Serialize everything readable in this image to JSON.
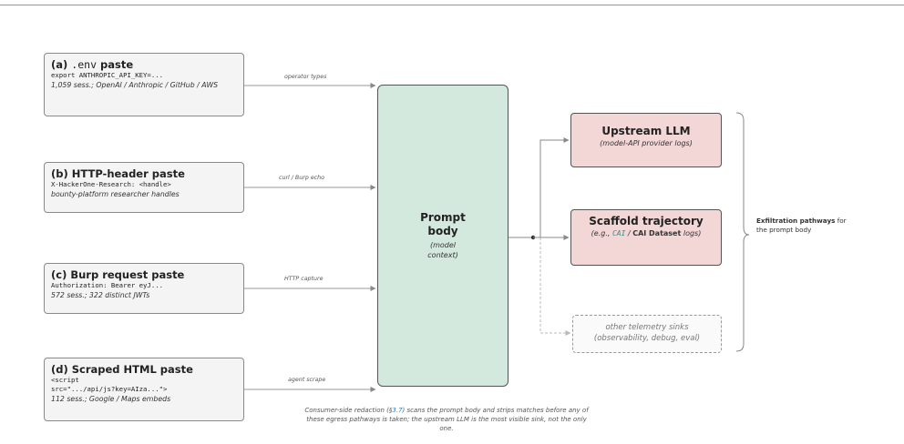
{
  "sources": [
    {
      "id": "a",
      "title_prefix": "(a)",
      "title_code": ".env",
      "title_suffix": "paste",
      "code": [
        "export ANTHROPIC_API_KEY=..."
      ],
      "note": "1,059 sess.; OpenAI / Anthropic / GitHub / AWS",
      "arrow_label": "operator types"
    },
    {
      "id": "b",
      "title": "(b) HTTP-header paste",
      "code": [
        "X-HackerOne-Research: <handle>"
      ],
      "note": "bounty-platform researcher handles",
      "arrow_label": "curl / Burp echo"
    },
    {
      "id": "c",
      "title": "(c) Burp request paste",
      "code": [
        "Authorization: Bearer eyJ..."
      ],
      "note": "572 sess.; 322 distinct JWTs",
      "arrow_label": "HTTP capture"
    },
    {
      "id": "d",
      "title": "(d) Scraped HTML paste",
      "code": [
        "<script",
        "src=\".../api/js?key=AIza...\">"
      ],
      "note": "112 sess.; Google / Maps embeds",
      "arrow_label": "agent scrape"
    }
  ],
  "prompt": {
    "title": "Prompt body",
    "subtitle": "(model context)"
  },
  "sinks": {
    "upstream": {
      "title": "Upstream LLM",
      "subtitle": "(model-API provider logs)"
    },
    "scaffold": {
      "title": "Scaffold trajectory",
      "sub_prefix": "(e.g.,",
      "sub_code": "CAI",
      "sub_mid": "/",
      "sub_bold": "CAI Dataset",
      "sub_suffix": "logs)"
    },
    "other": {
      "line1": "other telemetry sinks",
      "line2": "(observability, debug, eval)"
    }
  },
  "exfil": {
    "bold": "Exfiltration pathways",
    "rest": "for the prompt body"
  },
  "caption": {
    "part1": "Consumer-side redaction (§",
    "ref": "3.7",
    "part2": ") scans the prompt body and strips matches before any of these egress pathways is taken; the upstream LLM is the most visible sink, not the only one."
  },
  "colors": {
    "prompt_fill": "#d4e9de",
    "sink_fill": "#f3d6d6",
    "source_fill": "#f4f4f4",
    "accent_line": "#6fa9a0",
    "ref_link": "#2e7fbf"
  }
}
